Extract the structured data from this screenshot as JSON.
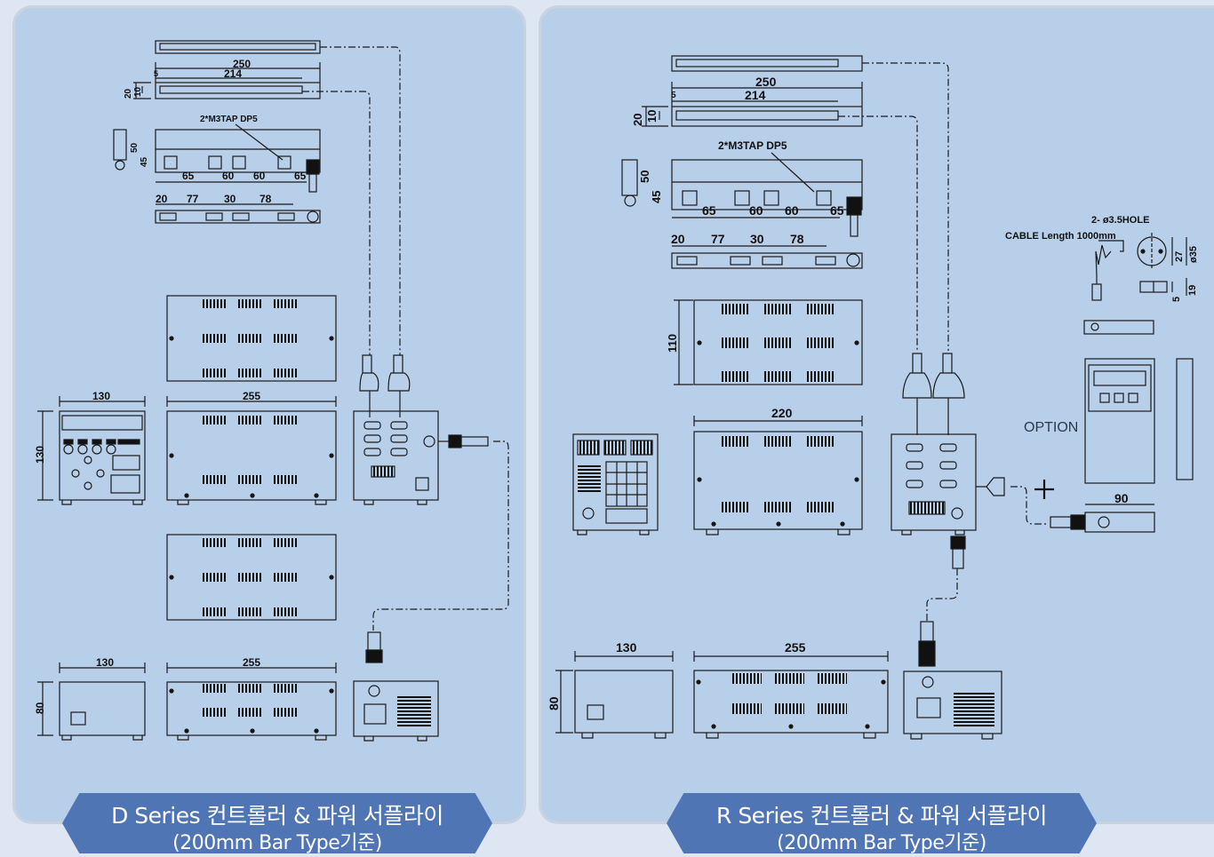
{
  "left_panel": {
    "title_line1": "D Series 컨트롤러 & 파워 서플라이",
    "title_line2": "(200mm Bar Type기준)",
    "bar": {
      "length_total": "250",
      "length_inner": "214",
      "offset": "5",
      "height_outer": "20",
      "height_inner": "10",
      "tap_note": "2*M3TAP DP5",
      "side_height": "50",
      "side_height_inner": "45",
      "spacings_top": [
        "65",
        "60",
        "60",
        "65"
      ],
      "spacings_bottom": [
        "20",
        "77",
        "30",
        "78"
      ]
    },
    "controller": {
      "width": "130",
      "height": "130"
    },
    "supply": {
      "width": "255"
    },
    "low_box": {
      "width": "130",
      "height": "80"
    },
    "low_supply": {
      "width": "255"
    }
  },
  "right_panel": {
    "title_line1": "R Series 컨트롤러 & 파워 서플라이",
    "title_line2": "(200mm Bar Type기준)",
    "bar": {
      "length_total": "250",
      "length_inner": "214",
      "offset": "5",
      "height_outer": "20",
      "height_inner": "10",
      "tap_note": "2*M3TAP DP5",
      "side_height": "50",
      "side_height_inner": "45",
      "spacings_top": [
        "65",
        "60",
        "60",
        "65"
      ],
      "spacings_bottom": [
        "20",
        "77",
        "30",
        "78"
      ]
    },
    "supply_top": {
      "height": "110"
    },
    "supply_mid": {
      "width": "220"
    },
    "low_box": {
      "width": "130",
      "height": "80"
    },
    "low_supply": {
      "width": "255"
    },
    "sensor": {
      "hole_note": "2- ø3.5HOLE",
      "cable_note": "CABLE Length 1000mm",
      "dim_27": "27",
      "dim_35": "ø35",
      "dim_5": "5",
      "dim_19": "19"
    },
    "option_label": "OPTION",
    "option_width": "90",
    "plus": "+"
  },
  "colors": {
    "panel_bg": "#b8cfea",
    "banner_bg": "#5075b5",
    "line": "#1a1a1a",
    "page_bg": "#dde6f2"
  }
}
